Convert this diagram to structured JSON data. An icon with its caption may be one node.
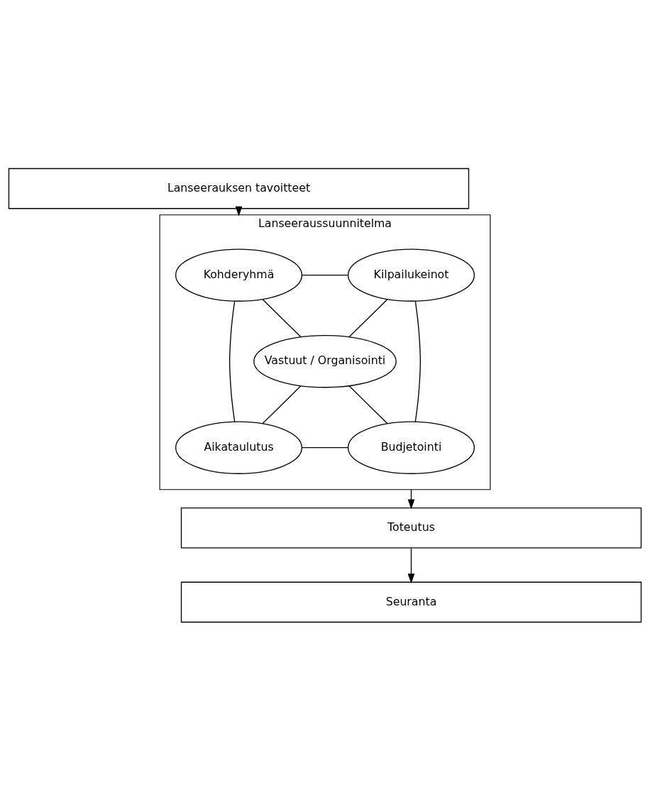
{
  "diagram": {
    "nodes": [
      {
        "text": [
          "Lanseerauksen tavoitteet"
        ]
      },
      {
        "text": [
          "Lanseeraussuunnitelma"
        ]
      },
      {
        "text": [
          "Kohderyhmä"
        ],
        "in": 1
      },
      {
        "text": [
          "Kilpailukeinot"
        ],
        "in": 1
      },
      {
        "text": [
          "Vastuut / Organisointi"
        ],
        "in": 1
      },
      {
        "text": [
          "Aikataulutus"
        ],
        "in": 1
      },
      {
        "text": [
          "Budjetointi"
        ],
        "in": 1
      },
      {
        "text": [
          "Toteutus"
        ]
      },
      {
        "text": [
          "Seuranta"
        ]
      }
    ],
    "edges": [
      {
        "from": 0,
        "to": 1,
        "arrow": "to"
      },
      {
        "from": 2,
        "to": 3,
        "arrow": "none"
      },
      {
        "from": 2,
        "to": 4,
        "arrow": "none"
      },
      {
        "from": 3,
        "to": 4,
        "arrow": "none"
      },
      {
        "from": 2,
        "to": 5,
        "arrow": "none"
      },
      {
        "from": 3,
        "to": 6,
        "arrow": "none"
      },
      {
        "from": 4,
        "to": 5,
        "arrow": "none"
      },
      {
        "from": 4,
        "to": 6,
        "arrow": "none"
      },
      {
        "from": 5,
        "to": 6,
        "arrow": "none"
      },
      {
        "from": 1,
        "to": 7,
        "arrow": "to"
      },
      {
        "from": 7,
        "to": 8,
        "arrow": "to"
      }
    ]
  }
}
